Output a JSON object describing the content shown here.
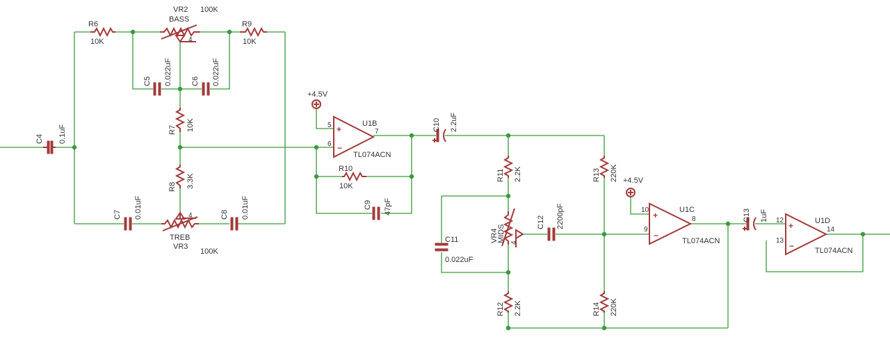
{
  "components": {
    "R6": {
      "ref": "R6",
      "value": "10K"
    },
    "R9": {
      "ref": "R9",
      "value": "10K"
    },
    "VR2": {
      "ref": "VR2",
      "name": "BASS",
      "value": "100K"
    },
    "C5": {
      "ref": "C5",
      "value": "0.022uF"
    },
    "C6": {
      "ref": "C6",
      "value": "0.022uF"
    },
    "C4": {
      "ref": "C4",
      "value": "0.1uF"
    },
    "R7": {
      "ref": "R7",
      "value": "10K"
    },
    "R8": {
      "ref": "R8",
      "value": "3.3K"
    },
    "C7": {
      "ref": "C7",
      "value": "0.01uF"
    },
    "C8": {
      "ref": "C8",
      "value": "0.01uF"
    },
    "VR3": {
      "ref": "VR3",
      "name": "TREB",
      "value": "100K"
    },
    "U1B": {
      "ref": "U1B",
      "part": "TL074ACN",
      "pin_in_plus": "5",
      "pin_in_minus": "6",
      "pin_out": "7"
    },
    "R10": {
      "ref": "R10",
      "value": "10K"
    },
    "C9": {
      "ref": "C9",
      "value": "47pF"
    },
    "C10": {
      "ref": "C10",
      "value": "2.2uF"
    },
    "R11": {
      "ref": "R11",
      "value": "2.2K"
    },
    "R12": {
      "ref": "R12",
      "value": "2.2K"
    },
    "R13": {
      "ref": "R13",
      "value": "220K"
    },
    "R14": {
      "ref": "R14",
      "value": "220K"
    },
    "VR4": {
      "ref": "VR4",
      "name": "MIDS"
    },
    "C11": {
      "ref": "C11",
      "value": "0.022uF"
    },
    "C12": {
      "ref": "C12",
      "value": "2200pF"
    },
    "U1C": {
      "ref": "U1C",
      "part": "TL074ACN",
      "pin_in_plus": "10",
      "pin_in_minus": "9",
      "pin_out": "8"
    },
    "C13": {
      "ref": "C13",
      "value": "1uF"
    },
    "U1D": {
      "ref": "U1D",
      "part": "TL074ACN",
      "pin_in_plus": "12",
      "pin_in_minus": "13",
      "pin_out": "14"
    }
  },
  "supplies": {
    "bias1": "+4.5V",
    "bias2": "+4.5V"
  },
  "pot_wiper_pin": "4",
  "colors": {
    "wire": "#3a9a3a",
    "component": "#a33a3a",
    "text": "#333333",
    "background": "#ffffff"
  }
}
